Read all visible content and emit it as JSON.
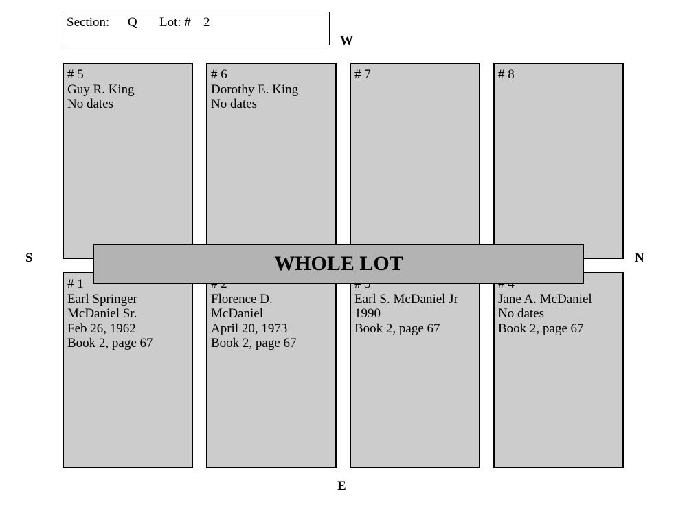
{
  "header": {
    "section_label": "Section:",
    "section_value": "Q",
    "lot_label": "Lot: #",
    "lot_value": "2"
  },
  "compass": {
    "west": "W",
    "east": "E",
    "south": "S",
    "north": "N"
  },
  "whole_lot": "WHOLE LOT",
  "plots": {
    "p5": {
      "number": "# 5",
      "lines": [
        "Guy R. King",
        "No dates"
      ]
    },
    "p6": {
      "number": "# 6",
      "lines": [
        "Dorothy E. King",
        "No dates"
      ]
    },
    "p7": {
      "number": "# 7",
      "lines": []
    },
    "p8": {
      "number": "# 8",
      "lines": []
    },
    "p1": {
      "number": "# 1",
      "lines": [
        "Earl Springer",
        "McDaniel Sr.",
        "Feb 26, 1962",
        "Book 2, page 67"
      ]
    },
    "p2": {
      "number": "# 2",
      "lines": [
        "Florence D.",
        "McDaniel",
        "April 20, 1973",
        "Book 2, page 67"
      ]
    },
    "p3": {
      "number": "# 3",
      "lines": [
        "Earl S. McDaniel Jr",
        "1990",
        "Book 2, page 67"
      ]
    },
    "p4": {
      "number": "# 4",
      "lines": [
        "Jane A. McDaniel",
        "No dates",
        "Book 2, page 67"
      ]
    }
  }
}
